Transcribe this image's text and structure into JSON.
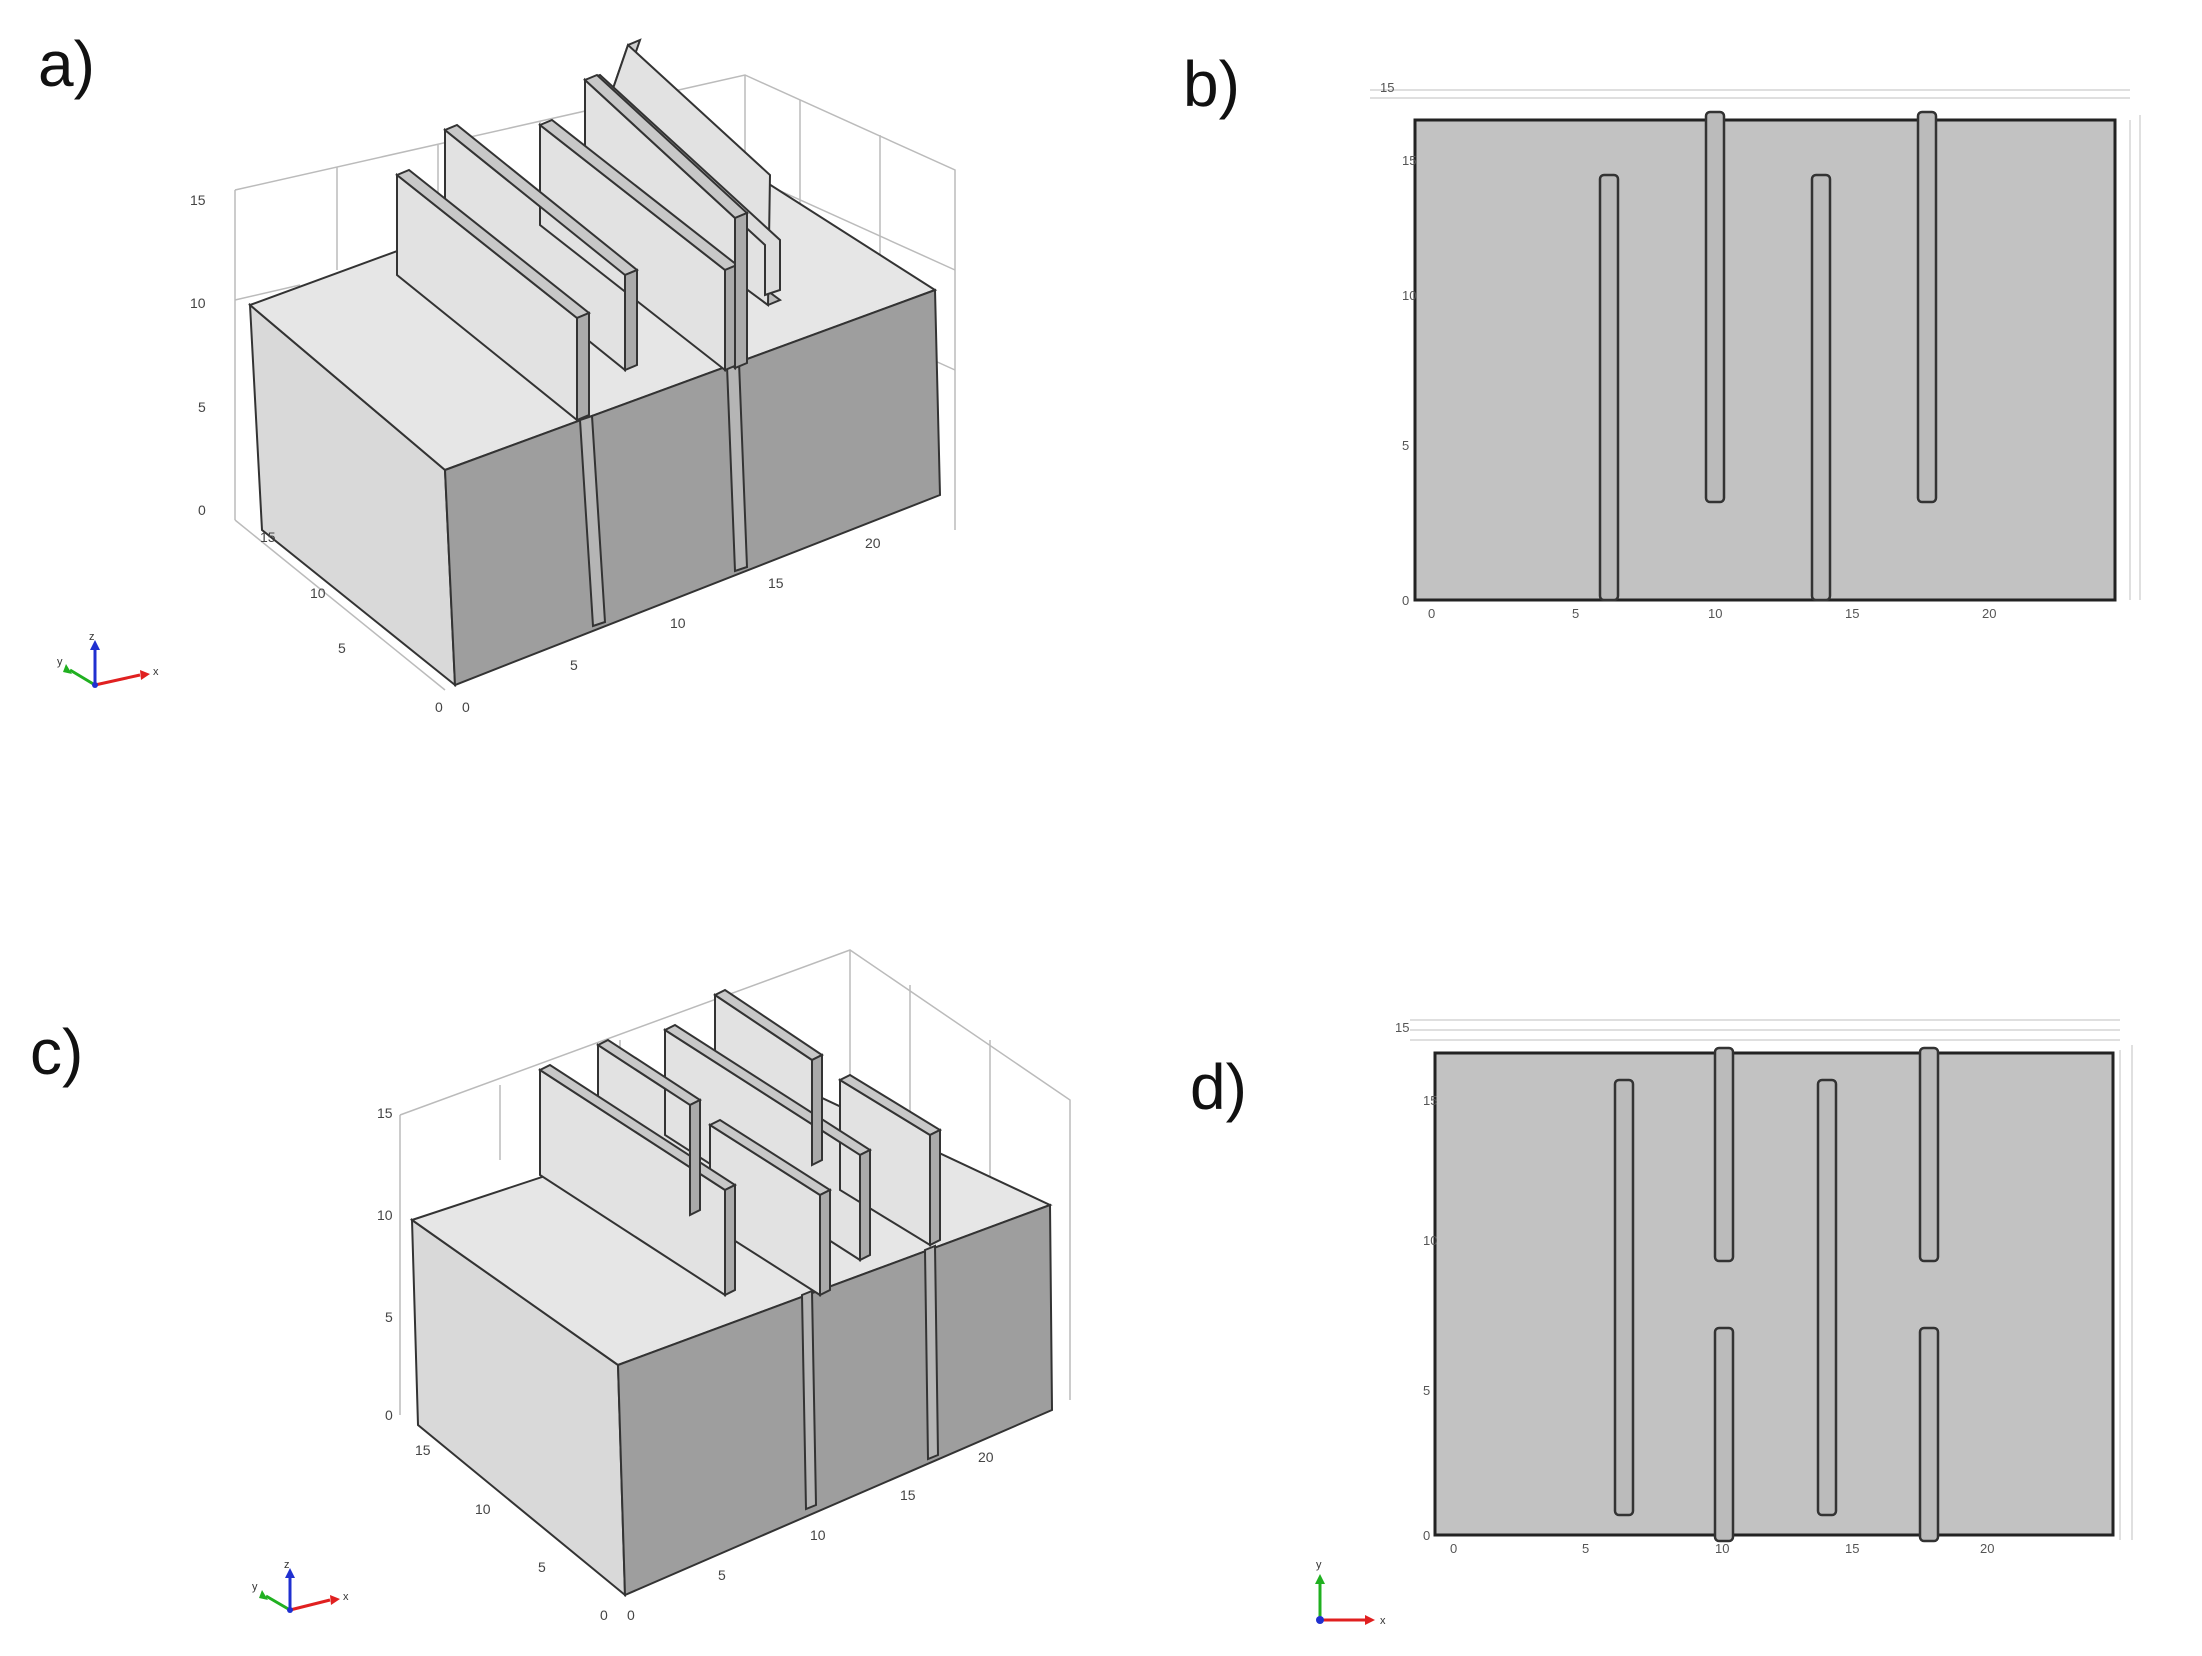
{
  "panels": [
    {
      "label": "a)",
      "x_ticks": [
        "0",
        "5",
        "10",
        "15",
        "20"
      ],
      "y_ticks": [
        "0",
        "5",
        "10",
        "15"
      ],
      "z_ticks": [
        "0",
        "5",
        "10",
        "15"
      ],
      "axes": [
        "x",
        "y",
        "z"
      ]
    },
    {
      "label": "b)",
      "x_ticks": [
        "0",
        "5",
        "10",
        "15",
        "20"
      ],
      "y_ticks": [
        "0",
        "5",
        "10",
        "15"
      ],
      "top_tick": "15"
    },
    {
      "label": "c)",
      "x_ticks": [
        "0",
        "5",
        "10",
        "15",
        "20"
      ],
      "y_ticks": [
        "0",
        "5",
        "10",
        "15"
      ],
      "z_ticks": [
        "0",
        "5",
        "10",
        "15"
      ],
      "axes": [
        "x",
        "y",
        "z"
      ]
    },
    {
      "label": "d)",
      "x_ticks": [
        "0",
        "5",
        "10",
        "15",
        "20"
      ],
      "y_ticks": [
        "0",
        "5",
        "10",
        "15"
      ],
      "top_tick": "15",
      "axes": [
        "x",
        "y"
      ]
    }
  ],
  "colors": {
    "block_front": "#9e9e9e",
    "block_side": "#d9d9d9",
    "block_top": "#e6e6e6",
    "plate_face": "#e0e0e0",
    "topview_fill": "#c2c2c2",
    "axis_x": "#e02020",
    "axis_y": "#20b020",
    "axis_z": "#2030d0"
  }
}
